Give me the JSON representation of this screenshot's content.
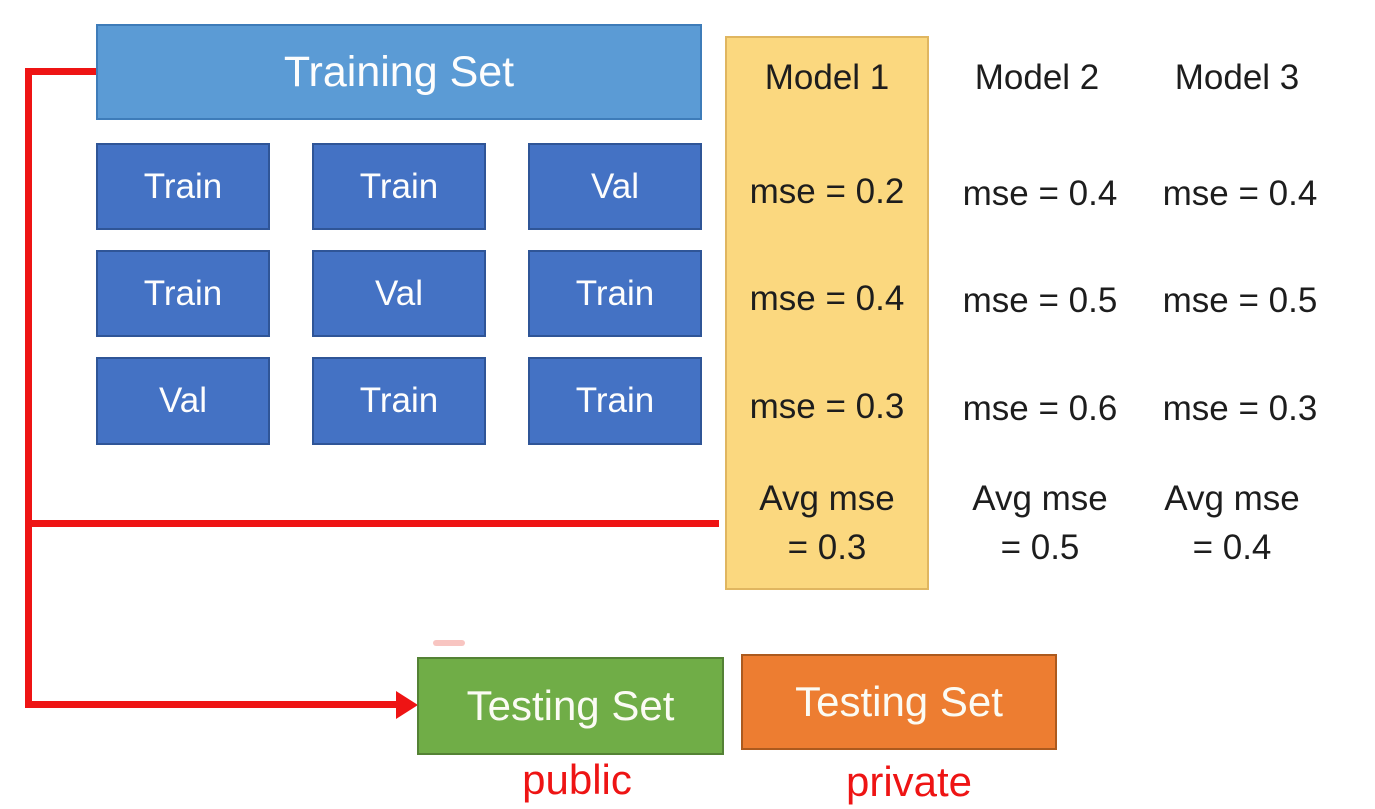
{
  "diagram": {
    "training_set_label": "Training Set",
    "cv_grid": {
      "rows": [
        {
          "cells": [
            "Train",
            "Train",
            "Val"
          ]
        },
        {
          "cells": [
            "Train",
            "Val",
            "Train"
          ]
        },
        {
          "cells": [
            "Val",
            "Train",
            "Train"
          ]
        }
      ]
    },
    "models": [
      {
        "name": "Model 1",
        "highlighted": true,
        "mse": [
          "mse = 0.2",
          "mse = 0.4",
          "mse = 0.3"
        ],
        "avg_label": "Avg mse",
        "avg_value": "= 0.3"
      },
      {
        "name": "Model 2",
        "highlighted": false,
        "mse": [
          "mse = 0.4",
          "mse = 0.5",
          "mse = 0.6"
        ],
        "avg_label": "Avg mse",
        "avg_value": "= 0.5"
      },
      {
        "name": "Model 3",
        "highlighted": false,
        "mse": [
          "mse = 0.4",
          "mse = 0.5",
          "mse = 0.3"
        ],
        "avg_label": "Avg mse",
        "avg_value": "= 0.4"
      }
    ],
    "testing_sets": [
      {
        "label": "Testing Set",
        "caption": "public",
        "color": "#70AD47"
      },
      {
        "label": "Testing Set",
        "caption": "private",
        "color": "#ED7D31"
      }
    ],
    "colors": {
      "training_header": "#5B9BD5",
      "train_cell": "#4472C4",
      "highlight_column": "#FBD87F",
      "public_test": "#70AD47",
      "private_test": "#ED7D31",
      "connector_red": "#EE1414"
    }
  }
}
